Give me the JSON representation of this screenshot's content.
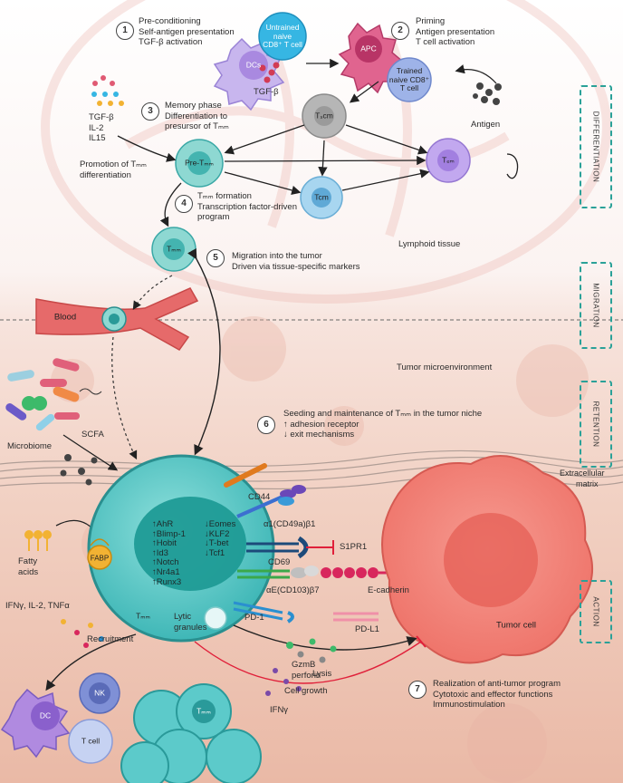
{
  "side_labels": [
    "DIFFERENTIATION",
    "MIGRATION",
    "RETENTION",
    "ACTION"
  ],
  "step_numbers": [
    "1",
    "2",
    "3",
    "4",
    "5",
    "6",
    "7"
  ],
  "steps": {
    "s1": [
      "Pre-conditioning",
      "Self-antigen presentation",
      "TGF-β activation"
    ],
    "s2": [
      "Priming",
      "Antigen  presentation",
      "T cell activation"
    ],
    "s3": [
      "Memory phase",
      "Differentiation to",
      "presursor of Tₘₘ"
    ],
    "s4": [
      "Tₘₘ formation",
      "Transcription factor-driven",
      "program"
    ],
    "s5": [
      "Migration into the tumor",
      "Driven via tissue-specific markers"
    ],
    "s6": [
      "Seeding and maintenance of Tₘₘ in the tumor niche",
      "↑ adhesion receptor",
      "↓ exit mechanisms"
    ],
    "s7": [
      "Realization of anti-tumor program",
      "Cytotoxic and effector functions",
      "Immunostimulation"
    ]
  },
  "cells": {
    "dcs": "DCs",
    "untrained": "Untrained\nnaive\nCD8⁺ T cell",
    "apc": "APC",
    "trained": "Trained\nnaive CD8⁺\nT cell",
    "tscm": "Tₛcm",
    "pretrm": "Pre-Tₘₘ",
    "tem": "Tₑₘ",
    "tcm": "Tcm",
    "trm": "Tₘₘ",
    "blood": "Blood",
    "fabp": "FABP",
    "trm_main": "Tₘₘ",
    "dc": "DC",
    "nk": "NK",
    "tcell": "T cell",
    "trm_cluster": "Tₘₘ",
    "tumor_cell": "Tumor cell"
  },
  "labels": {
    "tgfb": "TGF-β",
    "cytokines": [
      "TGF-β",
      "IL-2",
      "IL15"
    ],
    "antigen": "Antigen",
    "promotion": [
      "Promotion  of Tₘₘ",
      "differentiation"
    ],
    "lymphoid": "Lymphoid tissue",
    "tumor_micro": "Tumor microenvironment",
    "microbiome": "Microbiome",
    "scfa": "SCFA",
    "extracellular": [
      "Extracellular",
      "matrix"
    ],
    "fatty": [
      "Fatty",
      "acids"
    ],
    "cd44": "CD44",
    "a1": "α1(CD49a)β1",
    "s1pr1": "S1PR1",
    "cd69": "CD69",
    "ae": "αE(CD103)β7",
    "ecad": "E-cadherin",
    "pd1": "PD-1",
    "pdl1": "PD-L1",
    "ifn": "IFNγ, IL-2, TNFα",
    "recruitment": "Recruitment",
    "lytic": [
      "Lytic",
      "granules"
    ],
    "gzmb": [
      "GzmB",
      "perforin"
    ],
    "lysis": "Lysis",
    "cellgrowth": "Cell growth",
    "ifny": "IFNγ"
  },
  "tf_up": [
    "↑AhR",
    "↑Blimp-1",
    "↑Hobit",
    "↑Id3",
    "↑Notch",
    "↑Nr4a1",
    "↑Runx3"
  ],
  "tf_down": [
    "↓Eomes",
    "↓KLF2",
    "↓T-bet",
    "↓Tcf1"
  ],
  "colors": {
    "teal_cell": "#47c0c0",
    "tumor": "#f07d75",
    "apc": "#d94f7e",
    "dc": "#b49ae0",
    "naive": "#3dbbe0",
    "tem": "#b690e6",
    "blood": "#e05a5a",
    "dashed_box": "#2aa198"
  }
}
